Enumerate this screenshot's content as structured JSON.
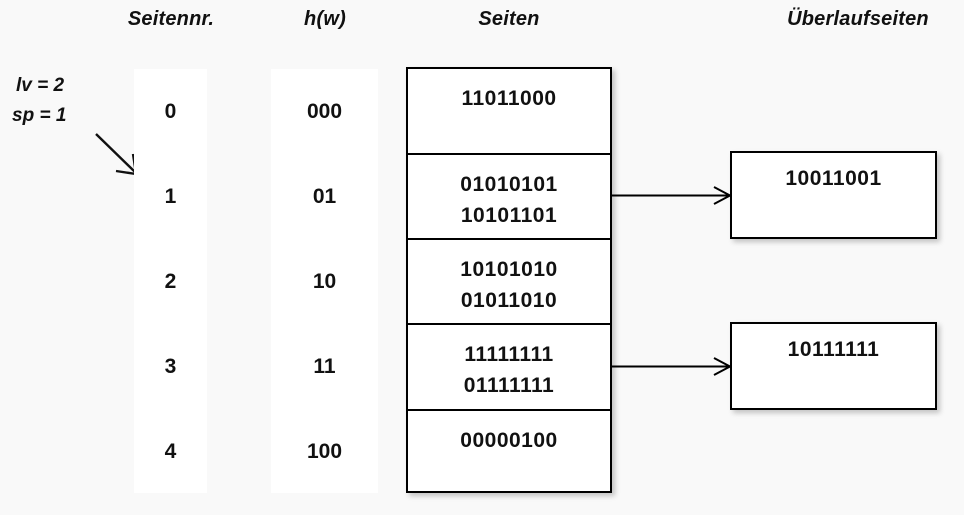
{
  "headers": {
    "seitennr": "Seitennr.",
    "hw": "h(w)",
    "seiten": "Seiten",
    "ueberlaufseiten": "Überlaufseiten"
  },
  "annotations": {
    "lv": "lv = 2",
    "sp": "sp = 1",
    "pointer_icon": "diagonal-arrow-icon"
  },
  "page_numbers": [
    "0",
    "1",
    "2",
    "3",
    "4"
  ],
  "hash_values": [
    "000",
    "01",
    "10",
    "11",
    "100"
  ],
  "pages": [
    {
      "page_no": "0",
      "records": [
        "11011000"
      ]
    },
    {
      "page_no": "1",
      "records": [
        "01010101",
        "10101101"
      ]
    },
    {
      "page_no": "2",
      "records": [
        "10101010",
        "01011010"
      ]
    },
    {
      "page_no": "3",
      "records": [
        "11111111",
        "01111111"
      ]
    },
    {
      "page_no": "4",
      "records": [
        "00000100"
      ]
    }
  ],
  "overflow_pages": [
    {
      "from_page": "1",
      "records": [
        "10011001"
      ]
    },
    {
      "from_page": "3",
      "records": [
        "10111111"
      ]
    }
  ],
  "connectors": [
    {
      "icon": "arrow-right-icon",
      "from": "page-1",
      "to": "overflow-0"
    },
    {
      "icon": "arrow-right-icon",
      "from": "page-3",
      "to": "overflow-1"
    }
  ],
  "colors": {
    "background": "#f9f9f9",
    "strip": "#ffffff",
    "box_fill": "#ffffff",
    "stroke": "#000000",
    "text": "#111111"
  }
}
